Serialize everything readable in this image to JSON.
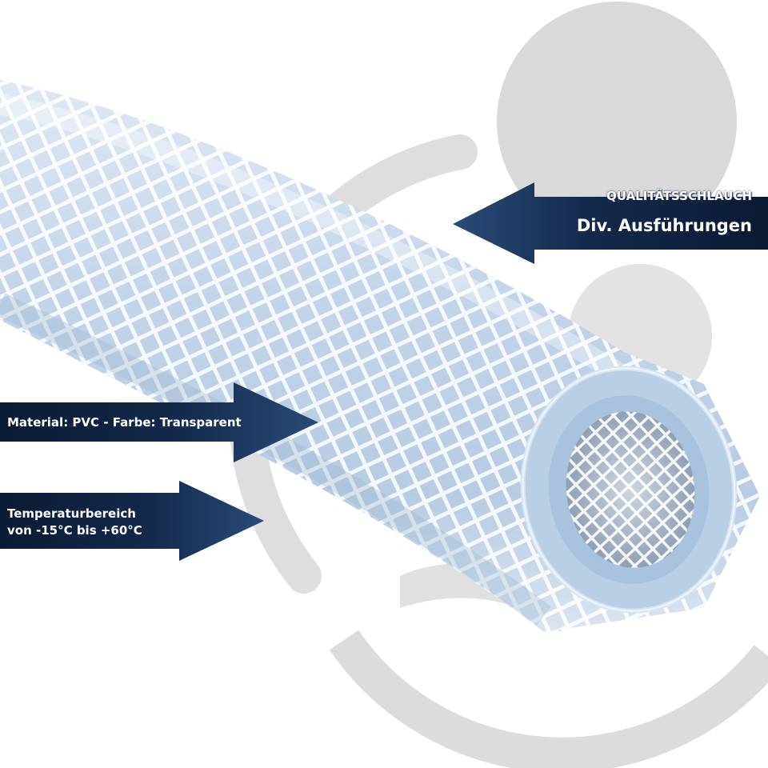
{
  "callouts": {
    "top_heading": "QUALITÄTSSCHLAUCH",
    "top_sub": "Div. Ausführungen",
    "material": "Material: PVC - Farbe: Transparent",
    "temperature_line1": "Temperaturbereich",
    "temperature_line2": "von -15°C bis +60°C"
  },
  "colors": {
    "arrow_dark": "#0b1a33",
    "arrow_mid": "#2a4a78",
    "watermark": "#d9d9d9",
    "hose": "#c7d7ea",
    "braid": "#ffffff"
  },
  "icons": {
    "background": "watermark-logo",
    "subject": "braided-pvc-hose"
  }
}
